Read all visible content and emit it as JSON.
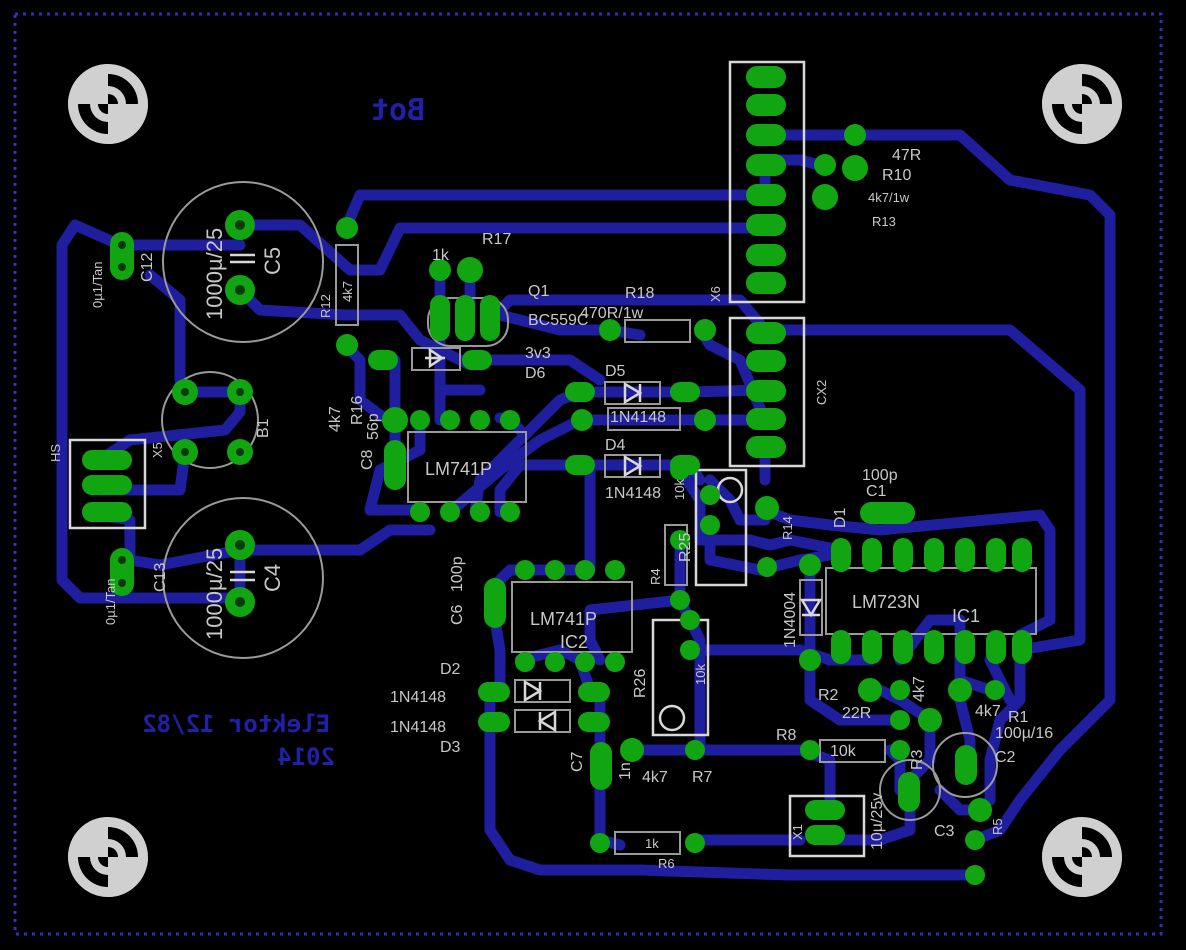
{
  "board": {
    "title_mirrored": "Bot",
    "credit_line1": "Elektor 12/82",
    "credit_line2": "2014"
  },
  "labels": {
    "c12_value": "0µ1/Tan",
    "c12_name": "C12",
    "c5_value": "1000µ/25",
    "c5_name": "C5",
    "c13_value": "0µ1/Tan",
    "c13_name": "C13",
    "c4_value": "1000µ/25",
    "c4_name": "C4",
    "b1_name": "B1",
    "x5_name": "X5",
    "hs_name": "HS",
    "r12_name": "R12",
    "r12_value": "4k7",
    "r17_name": "R17",
    "r17_value": "1k",
    "q1_name": "Q1",
    "q1_value": "BC559C",
    "r18_name": "R18",
    "r18_value": "470R/1w",
    "r10_name": "R10",
    "r10_value": "47R",
    "r13_name": "R13",
    "r13_value": "4k7/1w",
    "x6_name": "X6",
    "cx2_name": "CX2",
    "d6_name": "D6",
    "d6_value": "3v3",
    "d5_name": "D5",
    "d5_value": "1N4148",
    "d4_name": "D4",
    "d4_value": "1N4148",
    "r16_name": "R16",
    "r16_value": "4k7",
    "c8_name": "C8",
    "c8_value": "56p",
    "ic3_value": "LM741P",
    "ic2_value": "LM741P",
    "ic2_name": "IC2",
    "c6_name": "C6",
    "c6_value": "100p",
    "r4_name": "R4",
    "r25_name": "R25",
    "r25_value": "10k",
    "r14_name": "R14",
    "r26_name": "R26",
    "r26_value": "10k",
    "d1_name": "D1",
    "d1_value": "1N4004",
    "c1_name": "C1",
    "c1_value": "100p",
    "ic1_value": "LM723N",
    "ic1_name": "IC1",
    "r2_name": "R2",
    "r2_value": "22R",
    "r3_name": "R3",
    "r3_value": "4k7",
    "r1_name": "R1",
    "r1_value": "4k7",
    "c2_name": "C2",
    "c2_value": "100µ/16",
    "d2_name": "D2",
    "d2_value": "1N4148",
    "d3_name": "D3",
    "d3_value": "1N4148",
    "c7_name": "C7",
    "c7_value": "1n",
    "r7_name": "R7",
    "r7_value": "4k7",
    "r8_name": "R8",
    "r8_value": "10k",
    "r6_name": "R6",
    "r6_value": "1k",
    "x1_name": "X1",
    "c3_name": "C3",
    "c3_value": "10µ/25v",
    "r5_name": "R5"
  },
  "colors": {
    "background": "#000000",
    "copper_trace": "#1e1e9e",
    "pad": "#12a512",
    "silkscreen": "#9a9a9a",
    "outline": "#3030c0"
  }
}
